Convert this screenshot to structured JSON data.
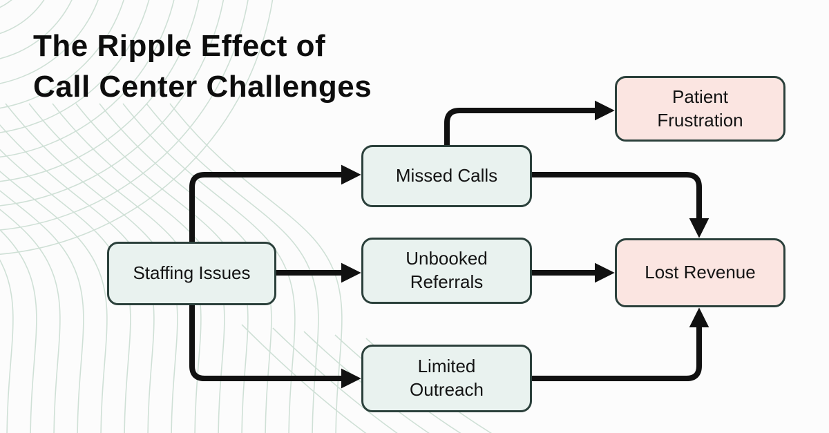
{
  "title": {
    "line1": "The Ripple Effect of",
    "line2": "Call Center Challenges"
  },
  "nodes": {
    "staffing": {
      "label": "Staffing Issues",
      "type": "cause"
    },
    "missed_calls": {
      "label": "Missed Calls",
      "type": "cause"
    },
    "unbooked_referrals": {
      "label": "Unbooked Referrals",
      "type": "cause"
    },
    "limited_outreach": {
      "label": "Limited Outreach",
      "type": "cause"
    },
    "patient_frustration": {
      "label": "Patient Frustration",
      "type": "effect"
    },
    "lost_revenue": {
      "label": "Lost Revenue",
      "type": "effect"
    }
  },
  "edges": [
    {
      "from": "Staffing Issues",
      "to": "Missed Calls"
    },
    {
      "from": "Staffing Issues",
      "to": "Unbooked Referrals"
    },
    {
      "from": "Staffing Issues",
      "to": "Limited Outreach"
    },
    {
      "from": "Missed Calls",
      "to": "Patient Frustration"
    },
    {
      "from": "Missed Calls",
      "to": "Lost Revenue"
    },
    {
      "from": "Unbooked Referrals",
      "to": "Lost Revenue"
    },
    {
      "from": "Limited Outreach",
      "to": "Lost Revenue"
    }
  ],
  "colors": {
    "background": "#fcfcfc",
    "cause_fill": "#e9f2ef",
    "effect_fill": "#fbe5e1",
    "node_border": "#2b403b",
    "arrow": "#111111",
    "contour_line": "#cfe0d6",
    "title_text": "#0d0d0d"
  }
}
